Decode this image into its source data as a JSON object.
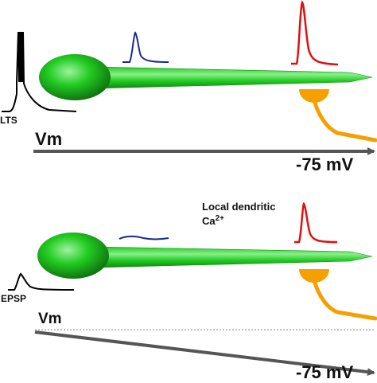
{
  "labels": {
    "lts": "LTS",
    "epsp": "EPSP",
    "vm_top": "Vm",
    "vm_bottom": "Vm",
    "mv_top": "-75 mV",
    "mv_bottom": "-75 mV",
    "local_line1": "Local dendritic",
    "ca_base": "Ca",
    "ca_charge": "2+"
  },
  "colors": {
    "neuron_green": "#22cc22",
    "neuron_dark": "#0f6e0f",
    "bap_red": "#e01010",
    "attenuated_blue": "#1a2a8c",
    "electrode_orange": "#f5a000",
    "trace_black": "#000000",
    "arrow_gray": "#555555",
    "dotted_gray": "#888888"
  }
}
